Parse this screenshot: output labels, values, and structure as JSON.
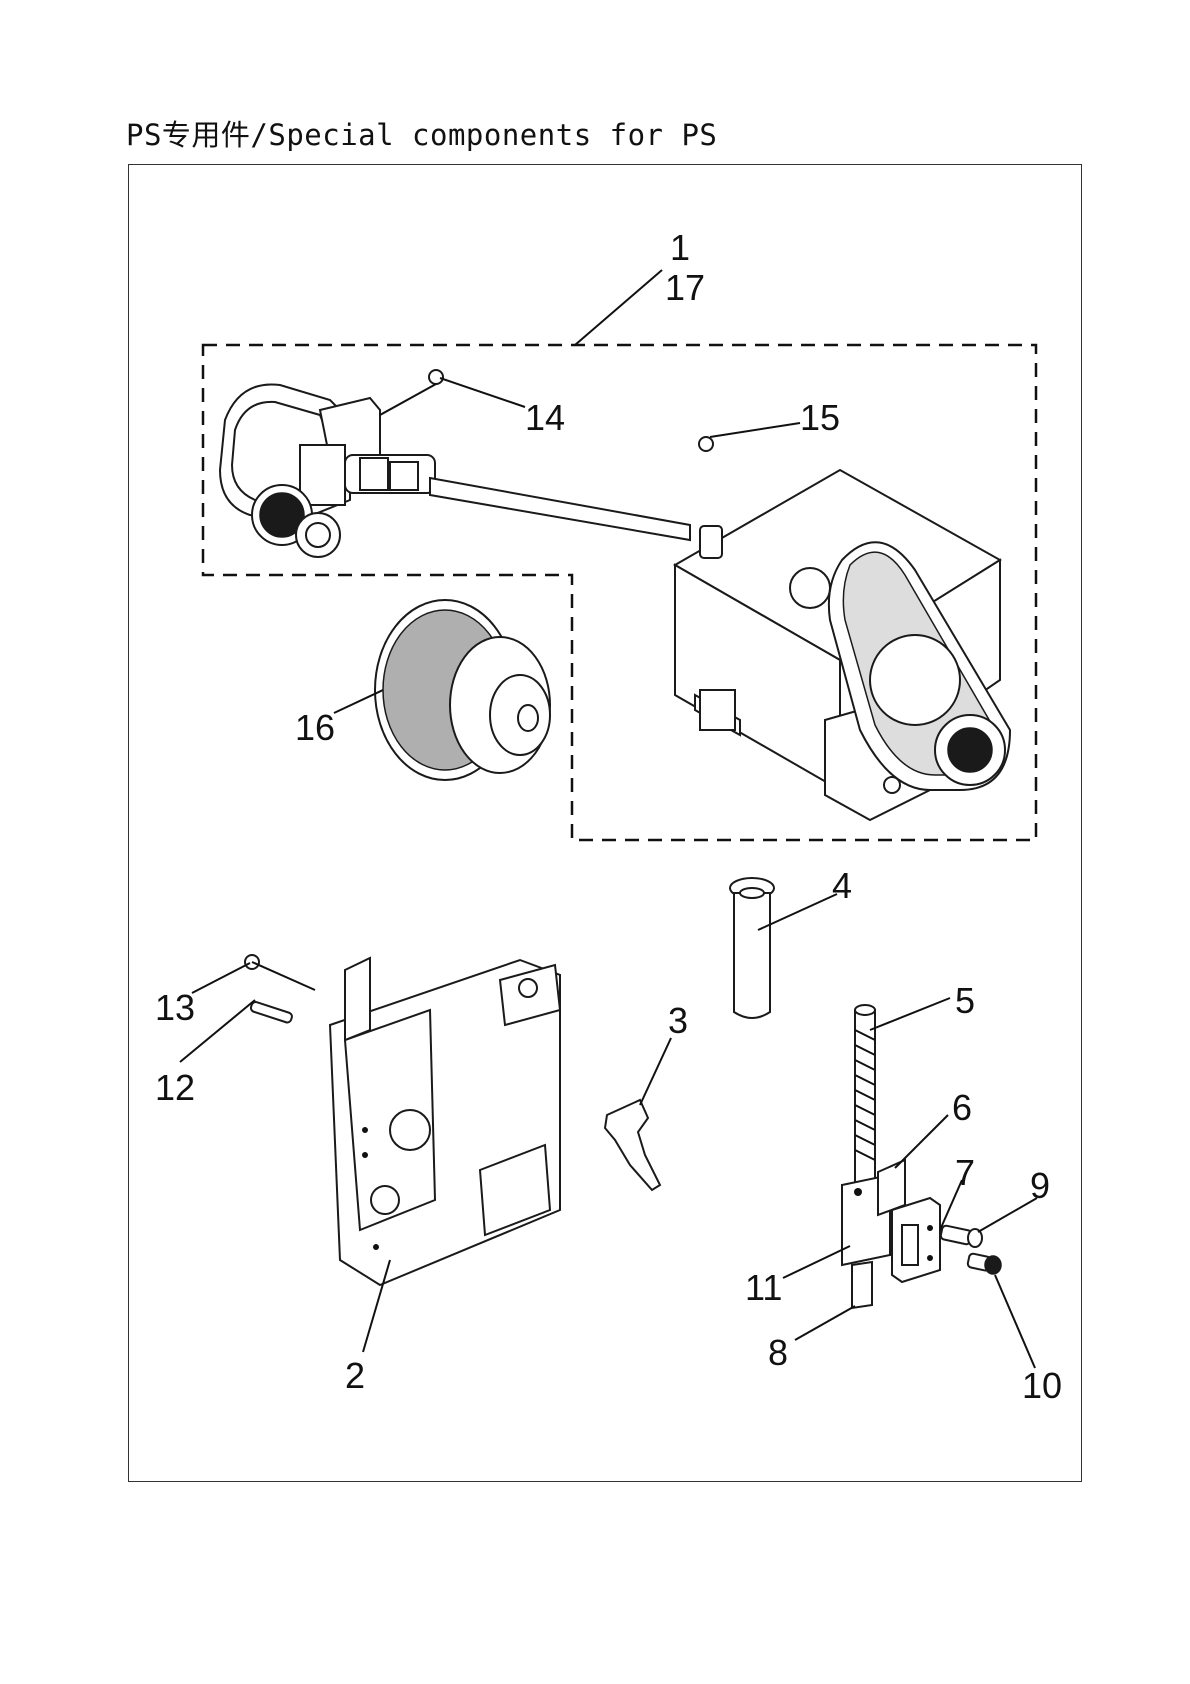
{
  "title": "PS专用件/Special components for PS",
  "callouts": {
    "c1": "1",
    "c17": "17",
    "c14": "14",
    "c15": "15",
    "c16": "16",
    "c4": "4",
    "c13": "13",
    "c12": "12",
    "c3": "3",
    "c5": "5",
    "c6": "6",
    "c7": "7",
    "c9": "9",
    "c11": "11",
    "c8": "8",
    "c10": "10",
    "c2": "2"
  }
}
